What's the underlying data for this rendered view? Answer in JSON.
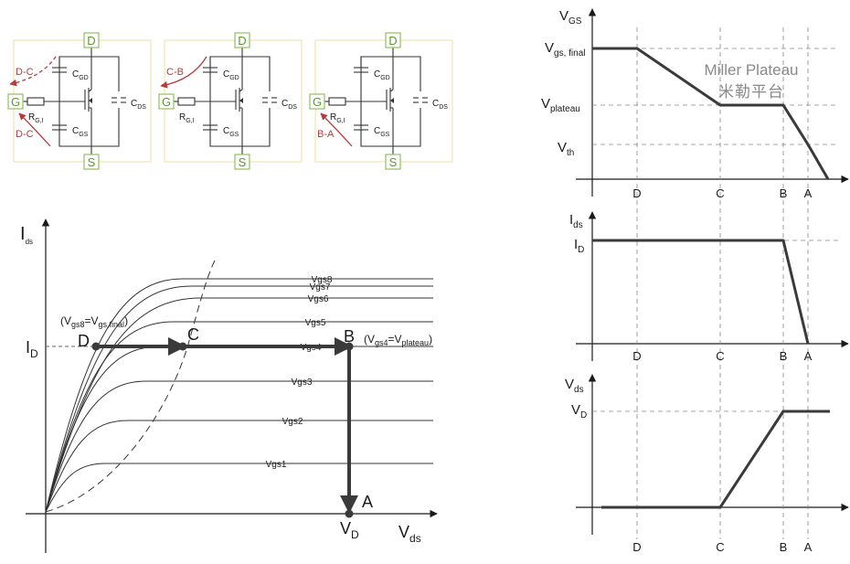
{
  "colors": {
    "box_border": "#f2dfa0",
    "terminal_border": "#8fc060",
    "terminal_text": "#5a9a2a",
    "arrow_red": "#b83a3a",
    "curve": "#333333",
    "heavy": "#3a3a3a",
    "dashed": "#888888"
  },
  "circuits": {
    "terminals": {
      "drain": "D",
      "gate": "G",
      "source": "S"
    },
    "components": {
      "cgd": {
        "main": "C",
        "sub": "GD"
      },
      "cgs": {
        "main": "C",
        "sub": "GS"
      },
      "cds": {
        "main": "C",
        "sub": "DS"
      },
      "rg": {
        "main": "R",
        "sub": "G,I"
      }
    },
    "panel1_labels": [
      "D-C",
      "D-C"
    ],
    "panel2_labels": [
      "C-B"
    ],
    "panel3_labels": [
      "B-A"
    ]
  },
  "output_chart": {
    "ylabel": {
      "main": "I",
      "sub": "ds"
    },
    "xlabel": {
      "main": "V",
      "sub": "ds"
    },
    "id_label": {
      "main": "I",
      "sub": "D"
    },
    "vd_label": {
      "main": "V",
      "sub": "D"
    },
    "curve_labels": [
      "Vgs8",
      "Vgs7",
      "Vgs6",
      "Vgs5",
      "Vgs4",
      "Vgs3",
      "Vgs2",
      "Vgs1"
    ],
    "points": {
      "D": "D",
      "C": "C",
      "B": "B",
      "A": "A"
    },
    "annot_d": {
      "open": "(V",
      "sub1": "gs8",
      "mid": "=V",
      "sub2": "gs,final",
      "close": ")"
    },
    "annot_b": {
      "open": "(V",
      "sub1": "gs4",
      "mid": "=V",
      "sub2": "plateau",
      "close": ")"
    }
  },
  "vgs_chart": {
    "ylabel": {
      "main": "V",
      "sub": "GS"
    },
    "levels": [
      {
        "main": "V",
        "sub": "gs, final"
      },
      {
        "main": "V",
        "sub": "plateau"
      },
      {
        "main": "V",
        "sub": "th"
      }
    ],
    "miller_en": "Miller Plateau",
    "miller_cn": "米勒平台",
    "xticks": [
      "D",
      "C",
      "B",
      "A"
    ]
  },
  "ids_chart": {
    "ylabel": {
      "main": "I",
      "sub": "ds"
    },
    "level": {
      "main": "I",
      "sub": "D"
    },
    "xticks": [
      "D",
      "C",
      "B",
      "A"
    ]
  },
  "vds_chart": {
    "ylabel": {
      "main": "V",
      "sub": "ds"
    },
    "level": {
      "main": "V",
      "sub": "D"
    },
    "xticks": [
      "D",
      "C",
      "B",
      "A"
    ]
  }
}
